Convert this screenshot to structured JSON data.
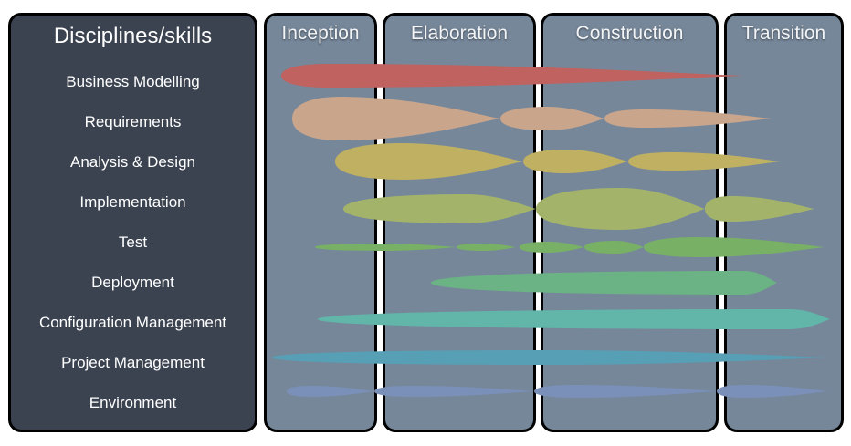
{
  "disciplines_title": "Disciplines/skills",
  "disciplines": [
    {
      "label": "Business Modelling",
      "color": "#c0625f"
    },
    {
      "label": "Requirements",
      "color": "#c9a58c"
    },
    {
      "label": "Analysis & Design",
      "color": "#c0b062"
    },
    {
      "label": "Implementation",
      "color": "#a3b46a"
    },
    {
      "label": "Test",
      "color": "#78b065"
    },
    {
      "label": "Deployment",
      "color": "#6bb384"
    },
    {
      "label": "Configuration Management",
      "color": "#62b5a9"
    },
    {
      "label": "Project Management",
      "color": "#579fb5"
    },
    {
      "label": "Environment",
      "color": "#7a90b8"
    }
  ],
  "phases": [
    {
      "label": "Inception"
    },
    {
      "label": "Elaboration"
    },
    {
      "label": "Construction"
    },
    {
      "label": "Transition"
    }
  ],
  "colors": {
    "panel": "#3b4350",
    "phase": "#76879a"
  }
}
